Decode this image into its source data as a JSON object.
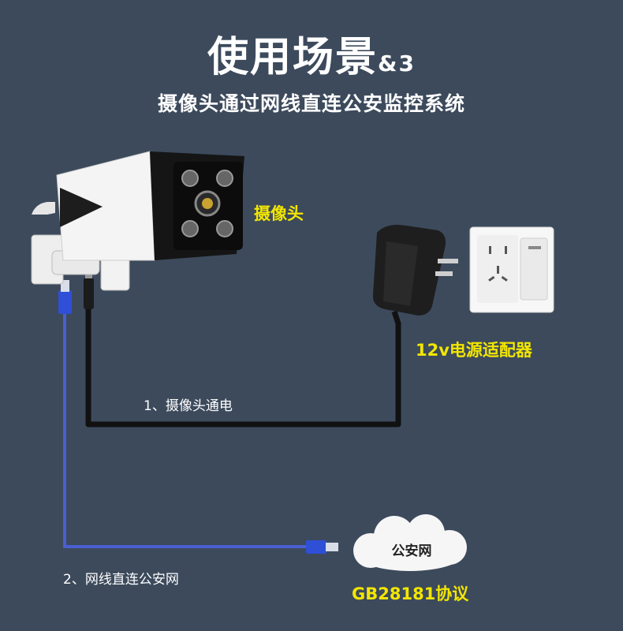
{
  "header": {
    "title": "使用场景",
    "title_suffix": "&3",
    "subtitle": "摄像头通过网线直连公安监控系统"
  },
  "labels": {
    "camera": "摄像头",
    "power_adapter": "12v电源适配器",
    "step1": "1、摄像头通电",
    "step2": "2、网线直连公安网",
    "network": "公安网",
    "protocol": "GB28181协议"
  },
  "colors": {
    "background": "#3c4a5c",
    "highlight": "#f3e600",
    "network_cable": "#4a5fd0",
    "power_cable": "#111111"
  }
}
